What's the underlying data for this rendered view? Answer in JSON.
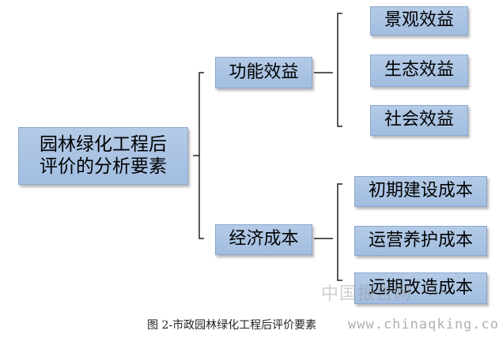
{
  "root": {
    "label_line1": "园林绿化工程后",
    "label_line2": "评价的分析要素"
  },
  "branches": [
    {
      "label": "功能效益",
      "items": [
        "景观效益",
        "生态效益",
        "社会效益"
      ]
    },
    {
      "label": "经济成本",
      "items": [
        "初期建设成本",
        "运营养护成本",
        "远期改造成本"
      ]
    }
  ],
  "caption": "图 2-市政园林绿化工程后评价要素",
  "watermark": {
    "text": "中国报告网",
    "url": "www.chinaqking.com"
  },
  "colors": {
    "node_fill": "#a9c3e3",
    "node_border": "#8aa8d0",
    "line": "#222222"
  }
}
